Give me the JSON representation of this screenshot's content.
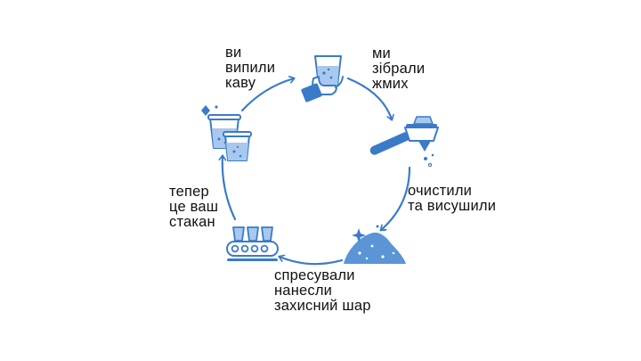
{
  "colors": {
    "accent": "#3a7bc8",
    "fill": "#5b95d6",
    "light": "#a9c8ee",
    "text": "#111111"
  },
  "cycle": [
    {
      "id": "drank",
      "icon": "hand-holding-cup-icon",
      "lines": [
        "ви",
        "випили",
        "каву"
      ]
    },
    {
      "id": "collect",
      "icon": "portafilter-icon",
      "lines": [
        "ми",
        "зібрали",
        "жмих"
      ]
    },
    {
      "id": "clean",
      "icon": "grounds-pile-icon",
      "lines": [
        "очистили",
        "та висушили"
      ]
    },
    {
      "id": "press",
      "icon": "conveyor-cups-icon",
      "lines": [
        "спресували",
        "нанесли",
        "захисний шар"
      ]
    },
    {
      "id": "cup",
      "icon": "cups-icon",
      "lines": [
        "тепер",
        "це ваш",
        "стакан"
      ]
    }
  ]
}
